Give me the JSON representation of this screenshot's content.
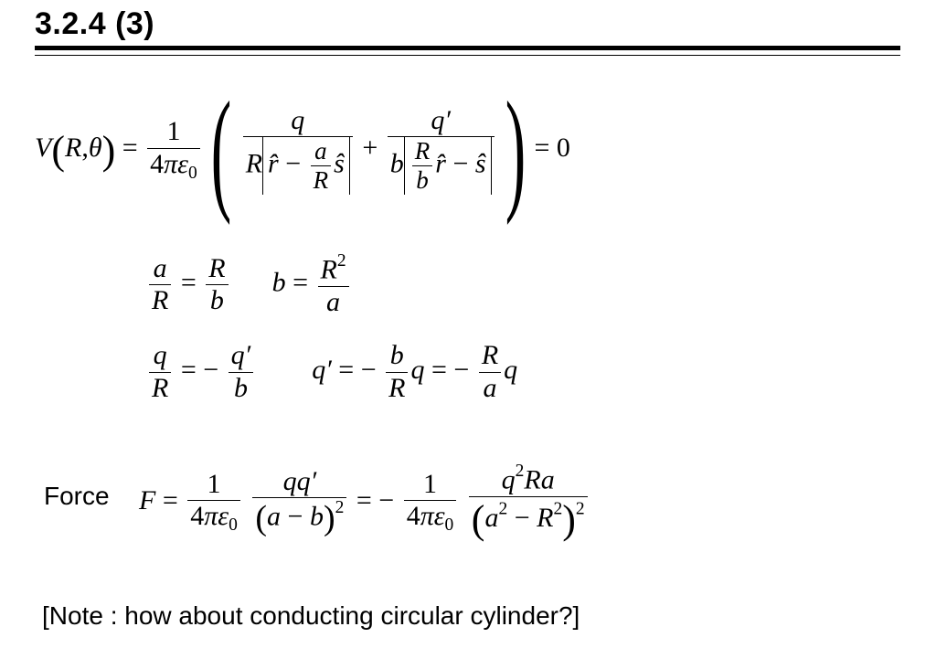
{
  "slide": {
    "title": "3.2.4 (3)",
    "force_label": "Force",
    "note": "[Note : how about conducting circular cylinder?]"
  },
  "equations": {
    "potential": "V(R,θ) = 1/(4πε0) ( q / (R|r̂ − (a/R) ŝ|) + q′ / (b|(R/b) r̂ − ŝ|) ) = 0",
    "ratio": "a/R = R/b",
    "b_value": "b = R^2/a",
    "charge_ratio": "q/R = −q′/b",
    "q_prime": "q′ = −(b/R) q = −(R/a) q",
    "force": "F = 1/(4πε0) qq′/(a−b)^2 = −1/(4πε0) q^2Ra/(a^2 − R^2)^2"
  }
}
